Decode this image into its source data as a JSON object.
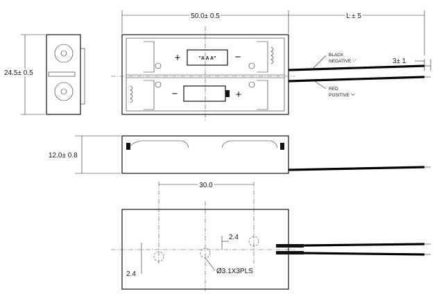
{
  "dimensions": {
    "length": "50.0± 0.5",
    "width": "24.5± 0.5",
    "height": "12.0± 0.8",
    "wire_length": "L ± 5",
    "strip_length": "3± 1",
    "hole_spacing": "30.0",
    "hole_offset_x": "2.4",
    "hole_offset_y": "2.4",
    "hole_spec": "Ø3.1X3PLS"
  },
  "wires": {
    "black_color": "BLACK",
    "black_polarity": "NEGATIVE '-'",
    "red_color": "RED",
    "red_polarity": "POSITIVE '+'"
  },
  "cells": {
    "top_label": "\"A A A\"",
    "plus_sign": "+",
    "minus_sign": "−"
  },
  "colors": {
    "line": "#111111",
    "background": "#ffffff"
  }
}
